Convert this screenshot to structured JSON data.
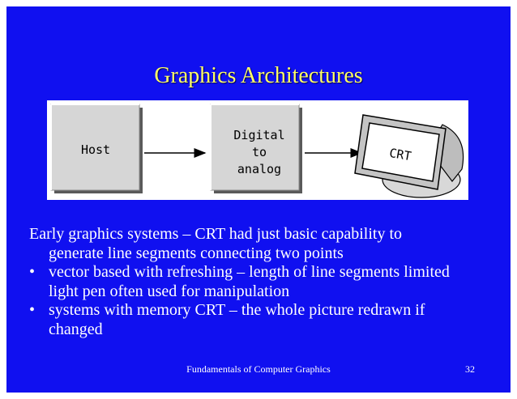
{
  "slide": {
    "title": "Graphics Architectures",
    "diagram": {
      "boxes": {
        "host": "Host",
        "dac": [
          "Digital",
          "to",
          "analog"
        ],
        "crt": "CRT"
      }
    },
    "body": {
      "intro": {
        "lines": [
          "Early graphics systems – CRT had just basic capability to",
          "generate line segments connecting two points"
        ]
      },
      "bullets": [
        {
          "mark": "•",
          "lines": [
            "vector based with refreshing – length of line segments limited",
            "light pen often used for manipulation"
          ]
        },
        {
          "mark": "•",
          "lines": [
            "systems with memory CRT – the whole picture redrawn if",
            "changed"
          ]
        }
      ]
    },
    "footer": {
      "text": "Fundamentals of Computer Graphics",
      "page_number": "32"
    }
  }
}
